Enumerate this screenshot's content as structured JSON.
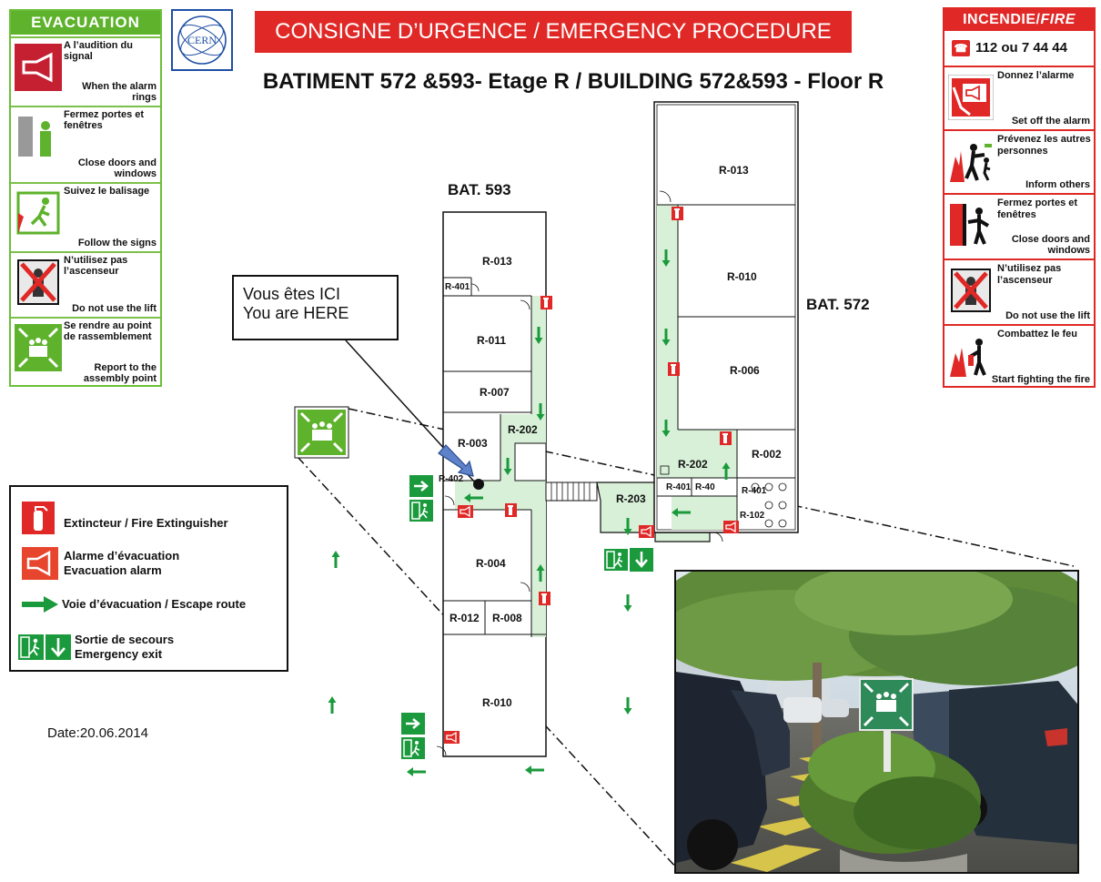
{
  "header": {
    "title": "CONSIGNE D’URGENCE  / EMERGENCY PROCEDURE",
    "subtitle": "BATIMENT 572 &593- Etage R / BUILDING 572&593 - Floor R",
    "logo_text": "CERN",
    "accent_color": "#e02826",
    "logo_color": "#1f4fa3"
  },
  "evacuation": {
    "title": "EVACUATION",
    "color": "#5eb22c",
    "steps": [
      {
        "fr": "A l’audition du signal",
        "en": "When the alarm rings",
        "icon": "alarm-horn-icon"
      },
      {
        "fr": "Fermez portes et fenêtres",
        "en": "Close doors and windows",
        "icon": "close-door-icon"
      },
      {
        "fr": "Suivez le balisage",
        "en": "Follow the signs",
        "icon": "running-exit-icon"
      },
      {
        "fr": "N’utilisez pas l’ascenseur",
        "en": "Do not use the lift",
        "icon": "no-lift-icon"
      },
      {
        "fr": "Se rendre au point de rassemblement",
        "en": "Report to the assembly point",
        "icon": "assembly-point-icon"
      }
    ]
  },
  "fire": {
    "title_fr": "INCENDIE/",
    "title_en": "FIRE",
    "phone": "112 ou 7 44 44",
    "steps": [
      {
        "fr": "Donnez l’alarme",
        "en": "Set off the alarm",
        "icon": "fire-alarm-icon"
      },
      {
        "fr": "Prévenez les autres personnes",
        "en": "Inform others",
        "icon": "inform-others-icon"
      },
      {
        "fr": "Fermez portes et fenêtres",
        "en": "Close doors and windows",
        "icon": "close-door-icon"
      },
      {
        "fr": "N’utilisez pas l’ascenseur",
        "en": "Do not use the lift",
        "icon": "no-lift-icon"
      },
      {
        "fr": "Combattez le feu",
        "en": "Start fighting the fire",
        "icon": "fire-extinguisher-person-icon"
      }
    ]
  },
  "legend": {
    "items": [
      {
        "label": "Extincteur / Fire Extinguisher",
        "icon": "fire-extinguisher-icon"
      },
      {
        "label_line1": "Alarme d’évacuation",
        "label_line2": "Evacuation alarm",
        "icon": "evacuation-alarm-icon"
      },
      {
        "label": "Voie d’évacuation / Escape route",
        "icon": "escape-route-arrow-icon"
      },
      {
        "label_line1": "Sortie de secours",
        "label_line2": "Emergency exit",
        "icon": "emergency-exit-icon"
      }
    ]
  },
  "date": "Date:20.06.2014",
  "you_are_here": {
    "line1": "Vous êtes  ICI",
    "line2": "You are HERE"
  },
  "map": {
    "bat593": {
      "label": "BAT. 593",
      "rooms": [
        "R-013",
        "R-401",
        "R-011",
        "R-007",
        "R-003",
        "R-202",
        "R-402",
        "R-004",
        "R-012",
        "R-008",
        "R-010"
      ]
    },
    "bat572": {
      "label": "BAT. 572",
      "rooms": [
        "R-013",
        "R-010",
        "R-006",
        "R-002",
        "R-202",
        "R-401",
        "R-40",
        "R-401",
        "R-102"
      ]
    },
    "corridor": {
      "room": "R-203"
    }
  }
}
